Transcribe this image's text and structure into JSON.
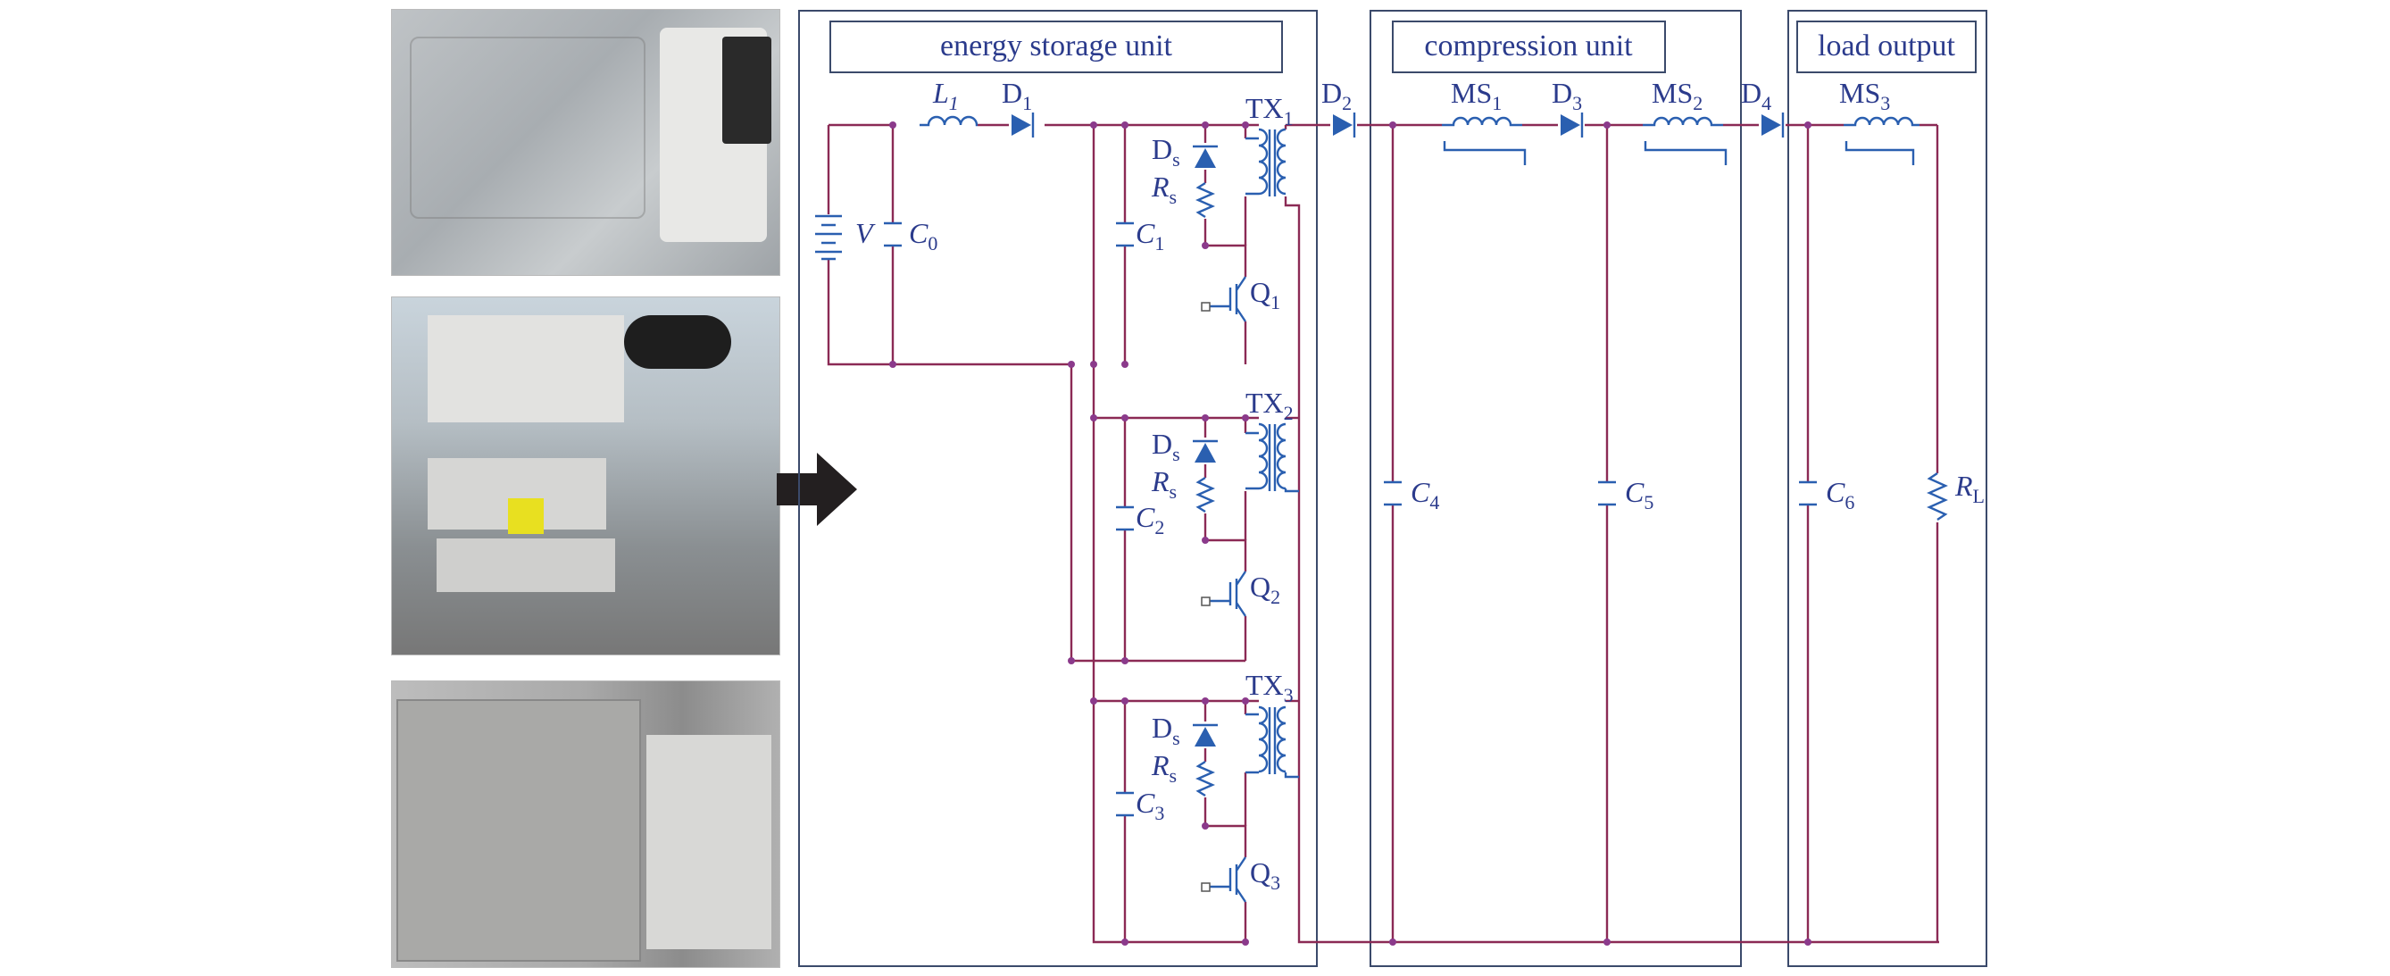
{
  "units": {
    "energy_storage": "energy storage unit",
    "compression": "compression unit",
    "load": "load output"
  },
  "components": {
    "L1": "L",
    "L1_sub": "1",
    "D1": "D",
    "D1_sub": "1",
    "D2": "D",
    "D2_sub": "2",
    "D3": "D",
    "D3_sub": "3",
    "D4": "D",
    "D4_sub": "4",
    "MS1": "MS",
    "MS1_sub": "1",
    "MS2": "MS",
    "MS2_sub": "2",
    "MS3": "MS",
    "MS3_sub": "3",
    "V": "V",
    "C0": "C",
    "C0_sub": "0",
    "C1": "C",
    "C1_sub": "1",
    "C2": "C",
    "C2_sub": "2",
    "C3": "C",
    "C3_sub": "3",
    "C4": "C",
    "C4_sub": "4",
    "C5": "C",
    "C5_sub": "5",
    "C6": "C",
    "C6_sub": "6",
    "RL": "R",
    "RL_sub": "L",
    "TX1": "TX",
    "TX1_sub": "1",
    "TX2": "TX",
    "TX2_sub": "2",
    "TX3": "TX",
    "TX3_sub": "3",
    "Q1": "Q",
    "Q1_sub": "1",
    "Q2": "Q",
    "Q2_sub": "2",
    "Q3": "Q",
    "Q3_sub": "3",
    "Ds": "D",
    "Ds_sub": "s",
    "Rs": "R",
    "Rs_sub": "s"
  },
  "colors": {
    "wire": "#8b2a55",
    "component": "#2a5fb0",
    "label": "#2b3b8c",
    "box": "#3b4a6b",
    "arrow": "#231f20"
  }
}
